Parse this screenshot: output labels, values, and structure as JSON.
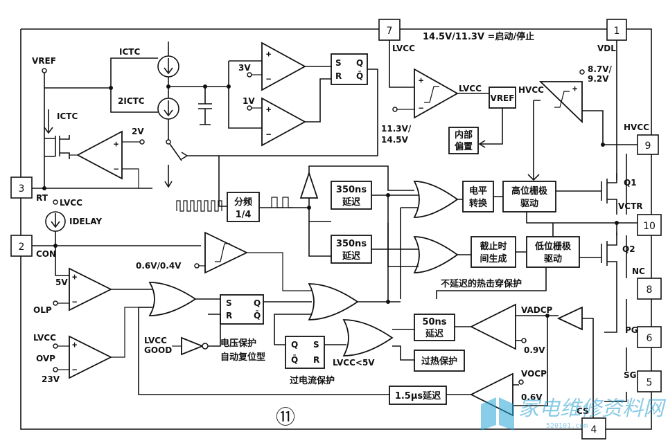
{
  "pins": {
    "p1": {
      "num": "1",
      "name": "VDL"
    },
    "p2": {
      "num": "2",
      "name": "CON"
    },
    "p3": {
      "num": "3",
      "name": "RT"
    },
    "p4": {
      "num": "4",
      "name": "CS"
    },
    "p5": {
      "num": "5",
      "name": "SG"
    },
    "p6": {
      "num": "6",
      "name": "PG"
    },
    "p7": {
      "num": "7",
      "name": "LVCC"
    },
    "p8": {
      "num": "8",
      "name": "NC"
    },
    "p9": {
      "num": "9",
      "name": "HVCC"
    },
    "p10": {
      "num": "10",
      "name": "VCTR"
    }
  },
  "top_note": "14.5V/11.3V =启动/停止",
  "oscillator": {
    "vref": "VREF",
    "ictc_top": "ICTC",
    "ictc_2": "2ICTC",
    "ictc_left": "ICTC",
    "comp_3v": "3V",
    "comp_1v": "1V",
    "sr": {
      "s": "S",
      "r": "R",
      "q": "Q",
      "qb": "Q̄"
    },
    "ref_2v": "2V",
    "lvcc": "LVCC",
    "idelay": "IDELAY",
    "divider_line1": "分频",
    "divider_line2": "1/4"
  },
  "supply": {
    "lvcc_out": "LVCC",
    "vref_block": "VREF",
    "uvlo_line1": "11.3V/",
    "uvlo_line2": "14.5V",
    "bias_line1": "内部",
    "bias_line2": "偏置",
    "hvcc": "HVCC",
    "hv_line1": "8.7V/",
    "hv_line2": "9.2V",
    "hvcc_pin9": "HVCC"
  },
  "drive": {
    "delay1_line1": "350ns",
    "delay1_line2": "延迟",
    "delay2_line1": "350ns",
    "delay2_line2": "延迟",
    "level_line1": "电平",
    "level_line2": "转换",
    "high_line1": "高位栅极",
    "high_line2": "驱动",
    "dead_line1": "截止时",
    "dead_line2": "间生成",
    "low_line1": "低位栅极",
    "low_line2": "驱动",
    "q1": "Q1",
    "q2": "Q2",
    "vctr": "VCTR",
    "shoot_through": "不延迟的热击穿保护"
  },
  "protection": {
    "con_ref": "0.6V/0.4V",
    "olp_ref": "5V",
    "olp": "OLP",
    "lvcc": "LVCC",
    "ovp": "OVP",
    "ovp_ref": "23V",
    "sr": {
      "s": "S",
      "r": "R",
      "q": "Q",
      "qb": "Q̄"
    },
    "lvcc_good_line1": "LVCC",
    "lvcc_good_line2": "GOOD",
    "volt_line1": "电压保护",
    "volt_line2": "自动复位型",
    "latch": {
      "q": "Q",
      "s": "S",
      "qb": "Q̄",
      "r": "R"
    },
    "lvcc_lt5": "LVCC<5V",
    "ocp_label": "过电流保护",
    "d50_line1": "50ns",
    "d50_line2": "延迟",
    "thermal": "过热保护",
    "vadcp": "VADCP",
    "vadcp_ref": "0.9V",
    "vocp": "VOCP",
    "vocp_ref": "0.6V",
    "d15": "1.5μs延迟"
  },
  "figure_number": "⑪",
  "watermark": {
    "text": "家电维修资料网",
    "url": "520101.com"
  }
}
